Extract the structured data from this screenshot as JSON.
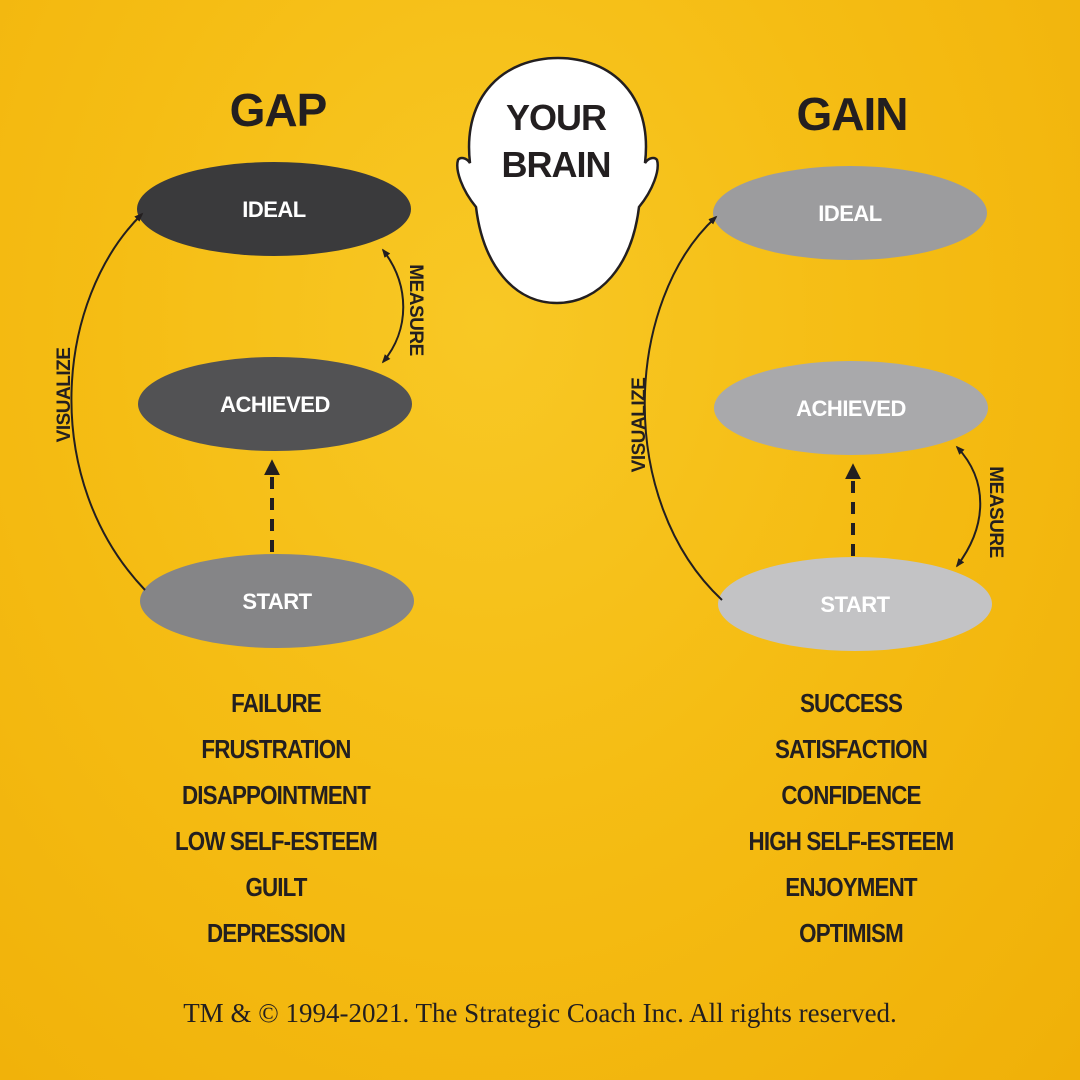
{
  "gap": {
    "title": "GAP",
    "nodes": {
      "ideal": "IDEAL",
      "achieved": "ACHIEVED",
      "start": "START"
    },
    "arrows": {
      "visualize": "VISUALIZE",
      "measure": "MEASURE"
    },
    "outcomes": [
      "FAILURE",
      "FRUSTRATION",
      "DISAPPOINTMENT",
      "LOW SELF-ESTEEM",
      "GUILT",
      "DEPRESSION"
    ]
  },
  "brain": {
    "line1": "YOUR",
    "line2": "BRAIN"
  },
  "gain": {
    "title": "GAIN",
    "nodes": {
      "ideal": "IDEAL",
      "achieved": "ACHIEVED",
      "start": "START"
    },
    "arrows": {
      "visualize": "VISUALIZE",
      "measure": "MEASURE"
    },
    "outcomes": [
      "SUCCESS",
      "SATISFACTION",
      "CONFIDENCE",
      "HIGH SELF-ESTEEM",
      "ENJOYMENT",
      "OPTIMISM"
    ]
  },
  "footer": {
    "copyright": "TM & © 1994-2021. The Strategic Coach Inc. All rights reserved."
  },
  "colors": {
    "background": "#f5bd14",
    "gap_ideal": "#3a3a3c",
    "gap_achieved": "#525254",
    "gap_start": "#858587",
    "gain_ideal": "#9c9c9e",
    "gain_achieved": "#a9a9ab",
    "gain_start": "#c3c3c5",
    "ink": "#231f20"
  }
}
